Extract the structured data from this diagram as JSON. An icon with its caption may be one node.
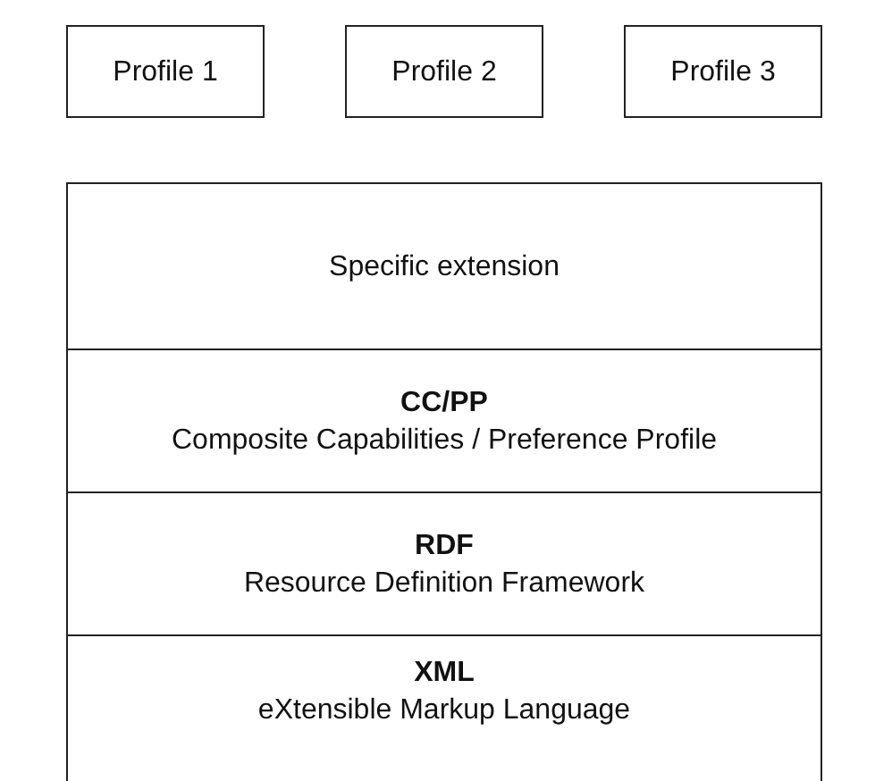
{
  "diagram": {
    "nodes": [
      {
        "text": [
          "Profile 1"
        ]
      },
      {
        "text": [
          "Profile 2"
        ]
      },
      {
        "text": [
          "Profile 3"
        ]
      },
      {
        "text": [
          "Specific extension"
        ]
      },
      {
        "text": [
          "CC/PP",
          "Composite Capabilities / Preference Profile"
        ]
      },
      {
        "text": [
          "RDF",
          "Resource Definition Framework"
        ]
      },
      {
        "text": [
          "XML",
          "eXtensible Markup Language"
        ]
      }
    ]
  }
}
